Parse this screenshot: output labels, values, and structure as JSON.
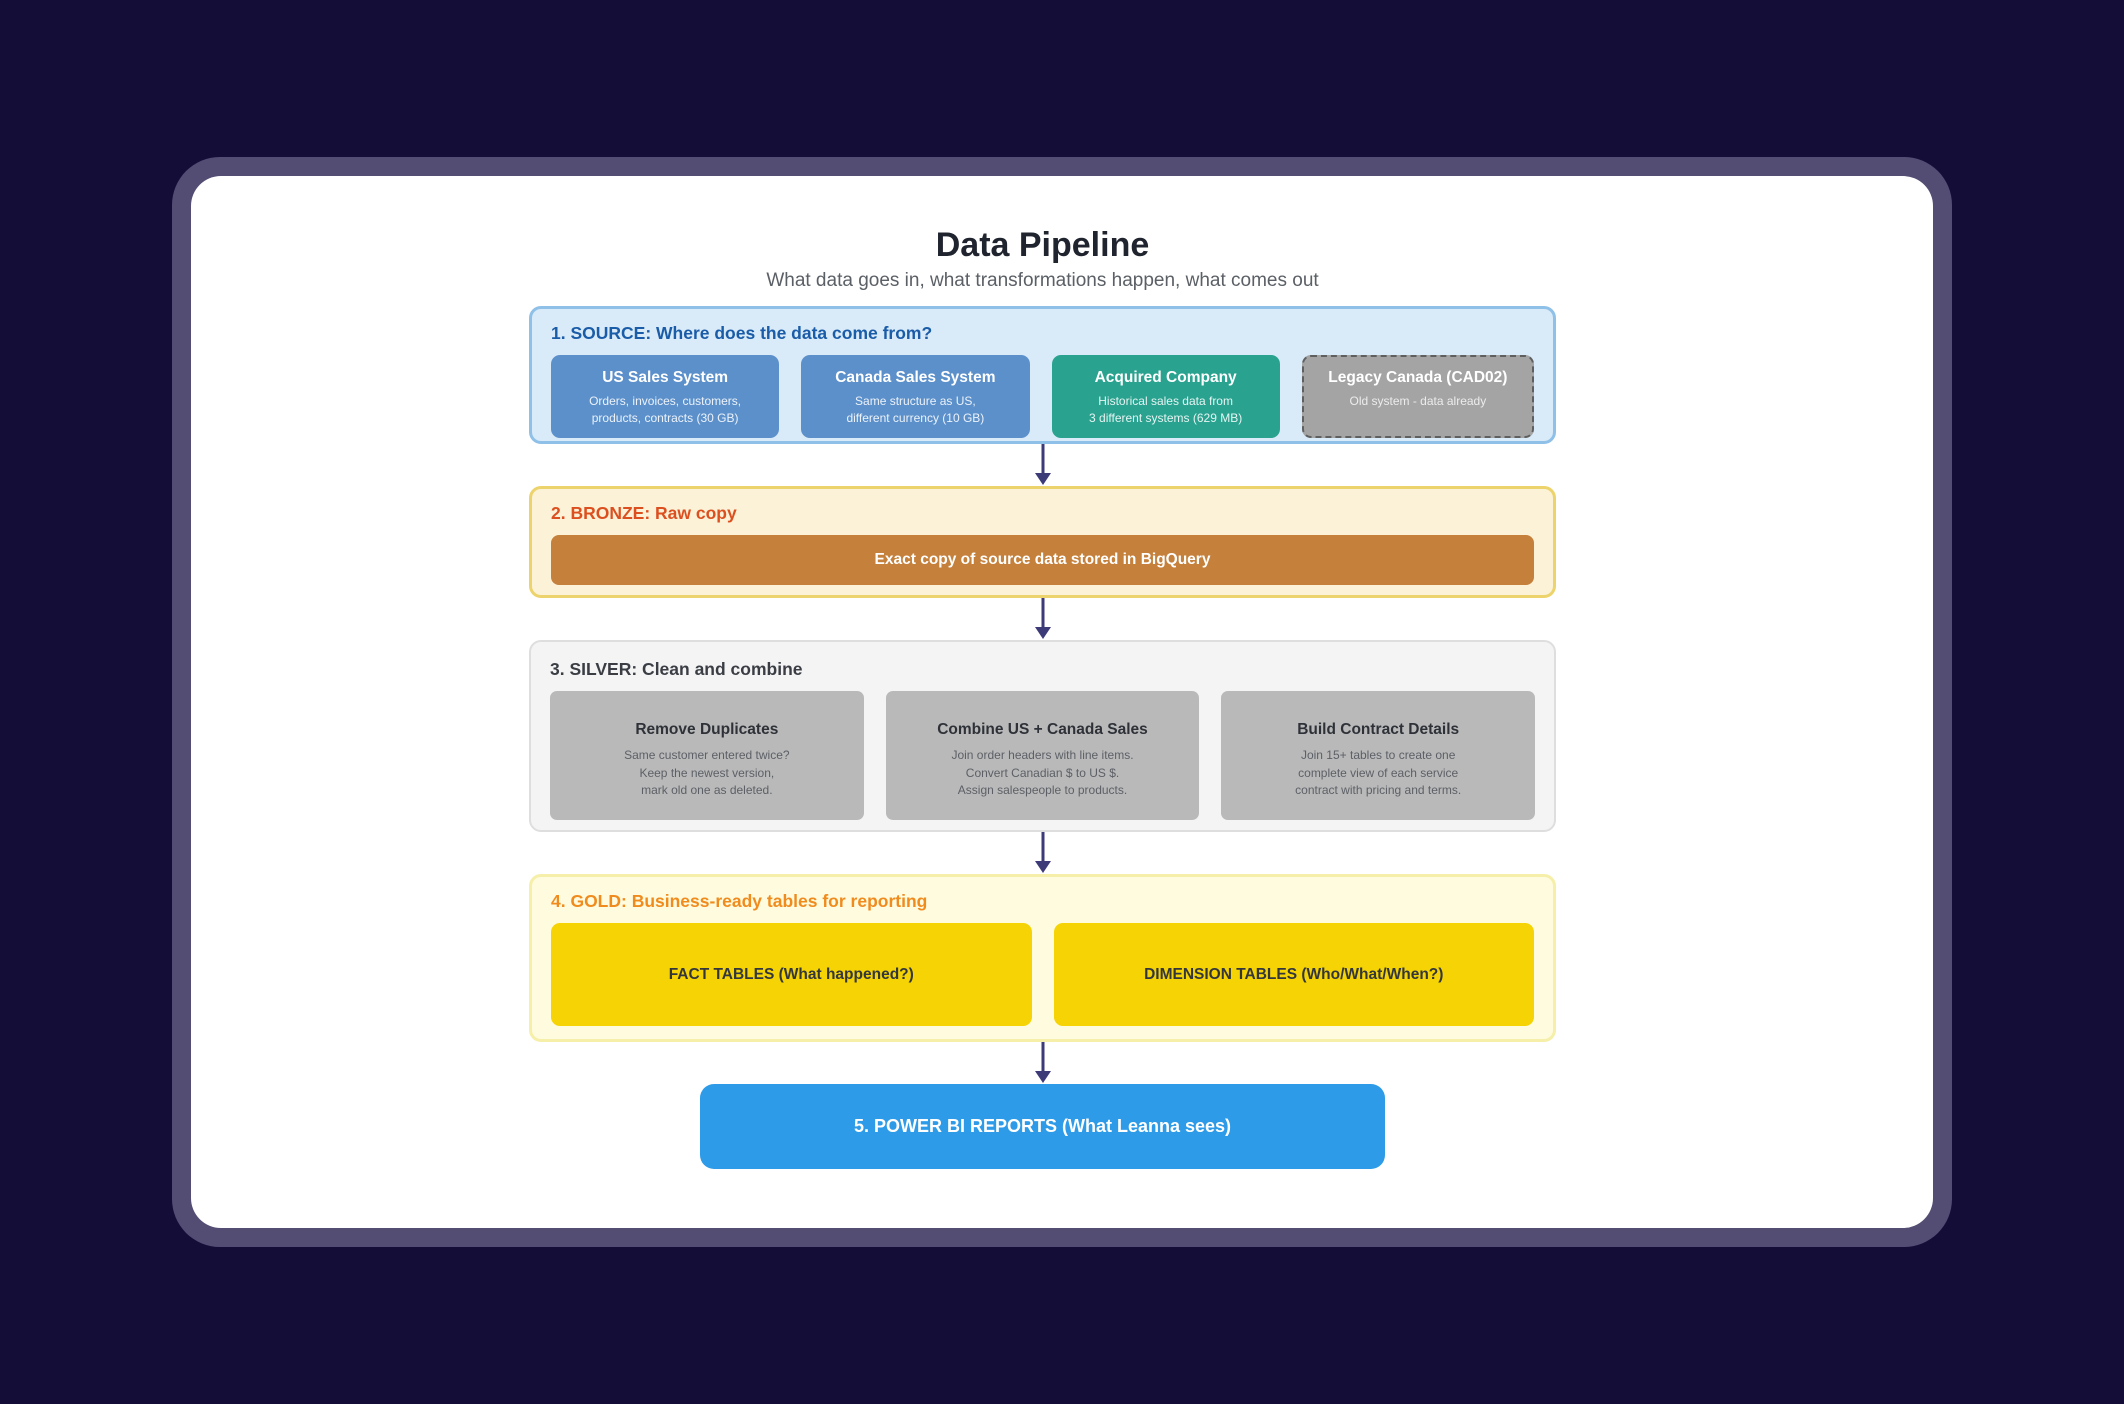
{
  "page": {
    "title": "Data Pipeline",
    "subtitle": "What data goes in, what transformations happen, what comes out"
  },
  "colors": {
    "desktop_background": "#140D38",
    "window_frame": "#534D74",
    "card": "#FFFFFF",
    "source_header": "#1A5CA8",
    "source_panel": "#D9EAF8",
    "source_box_blue": "#5C90CB",
    "source_box_teal": "#29A390",
    "source_box_gray": "#A4A4A4",
    "bronze_header": "#DC5020",
    "bronze_panel": "#FBF2D7",
    "bronze_bar": "#C5803B",
    "silver_header": "#3A3E44",
    "silver_panel": "#F4F4F4",
    "silver_box": "#B9B9B9",
    "gold_header": "#F08C1E",
    "gold_panel": "#FEFBDF",
    "gold_box": "#F5D304",
    "reports_box": "#2D9BE8",
    "arrow": "#3D3A78"
  },
  "source": {
    "header": "1. SOURCE: Where does the data come from?",
    "boxes": [
      {
        "title": "US Sales System",
        "line1": "Orders, invoices, customers,",
        "line2": "products, contracts (30 GB)"
      },
      {
        "title": "Canada Sales System",
        "line1": "Same structure as US,",
        "line2": "different currency (10 GB)"
      },
      {
        "title": "Acquired Company",
        "line1": "Historical sales data from",
        "line2": "3 different systems (629 MB)"
      },
      {
        "title": "Legacy Canada (CAD02)",
        "line1": "Old system - data already"
      }
    ]
  },
  "bronze": {
    "header": "2. BRONZE: Raw copy",
    "bar_label": "Exact copy of source data stored in BigQuery"
  },
  "silver": {
    "header": "3. SILVER: Clean and combine",
    "boxes": [
      {
        "title": "Remove Duplicates",
        "line1": "Same customer entered twice?",
        "line2": "Keep the newest version,",
        "line3": "mark old one as deleted."
      },
      {
        "title": "Combine US + Canada Sales",
        "line1": "Join order headers with line items.",
        "line2": "Convert Canadian $ to US $.",
        "line3": "Assign salespeople to products."
      },
      {
        "title": "Build Contract Details",
        "line1": "Join 15+ tables to create one",
        "line2": "complete view of each service",
        "line3": "contract with pricing and terms."
      }
    ]
  },
  "gold": {
    "header": "4. GOLD: Business-ready tables for reporting",
    "boxes": [
      {
        "label": "FACT TABLES (What happened?)"
      },
      {
        "label": "DIMENSION TABLES (Who/What/When?)"
      }
    ]
  },
  "reports": {
    "label": "5. POWER BI REPORTS (What Leanna sees)"
  }
}
